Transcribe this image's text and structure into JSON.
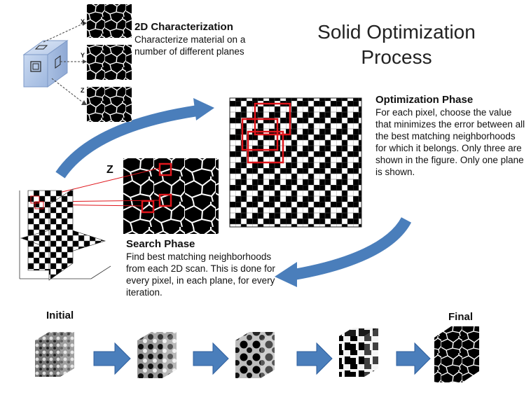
{
  "title": {
    "line1": "Solid Optimization",
    "line2": "Process"
  },
  "characterization": {
    "heading": "2D Characterization",
    "text": "Characterize material on a number of different planes",
    "planes": [
      "X",
      "Y",
      "Z"
    ]
  },
  "optimization": {
    "heading": "Optimization Phase",
    "text": "For each pixel, choose the value that  minimizes the error between all the  best matching neighborhoods  for which it belongs. Only three are shown in the figure. Only one plane is shown."
  },
  "search": {
    "heading": "Search Phase",
    "text": "Find best matching neighborhoods from each 2D scan. This is done for every pixel, in each plane, for every iteration.",
    "plane_label": "Z"
  },
  "progress": {
    "initial_label": "Initial",
    "final_label": "Final"
  },
  "colors": {
    "arrow": "#4a7ebb",
    "highlight": "#e0161c",
    "cube_face": "#b9cdea"
  }
}
